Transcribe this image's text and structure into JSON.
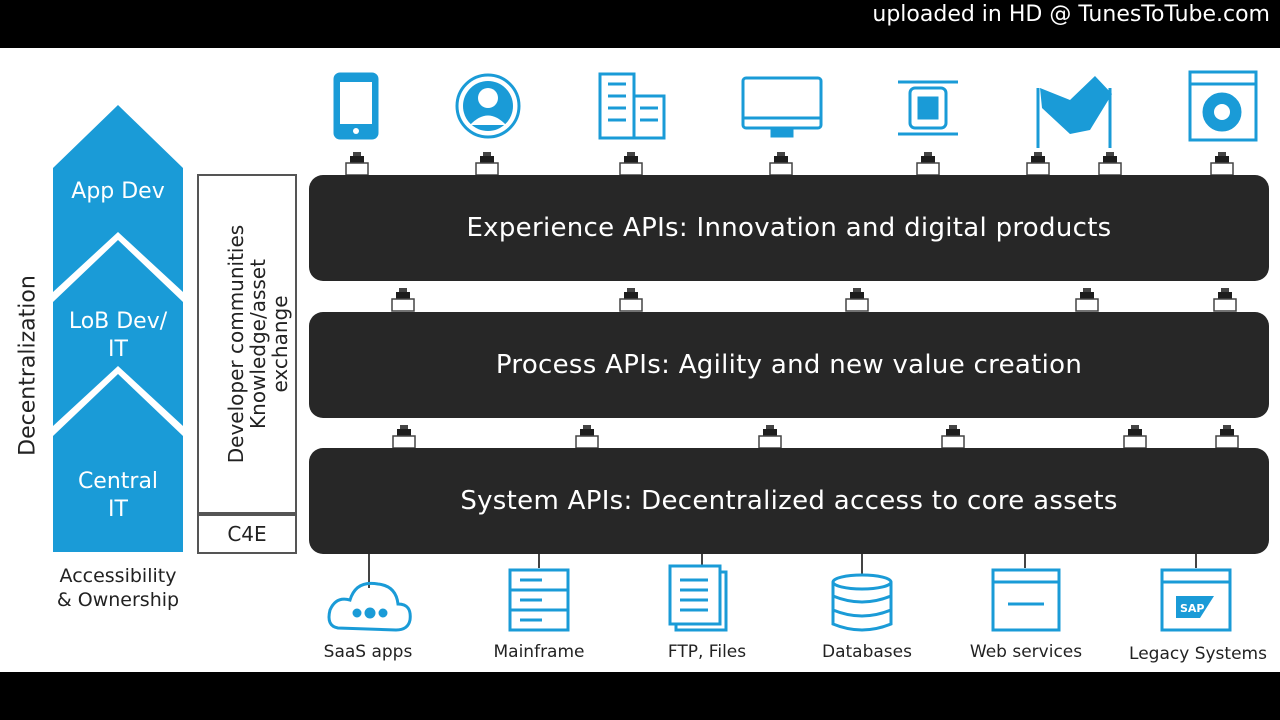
{
  "header": {
    "upload_text": "uploaded in HD @ TunesToTube.com"
  },
  "layers": {
    "experience": "Experience APIs: Innovation and digital products",
    "process": "Process APIs: Agility and new value creation",
    "system": "System APIs: Decentralized access to core assets"
  },
  "pyramid": {
    "decentralization": "Decentralization",
    "app_dev": "App Dev",
    "lob_dev_line1": "LoB Dev/",
    "lob_dev_line2": "IT",
    "central_line1": "Central",
    "central_line2": "IT",
    "accessibility_line1": "Accessibility",
    "accessibility_line2": "& Ownership"
  },
  "community": {
    "line1": "Developer communities",
    "line2": "Knowledge/asset",
    "line3": "exchange",
    "c4e": "C4E"
  },
  "sources": [
    "SaaS apps",
    "Mainframe",
    "FTP, Files",
    "Databases",
    "Web services",
    "Legacy Systems"
  ],
  "sap_text": "SAP",
  "colors": {
    "accent": "#1a9bd7",
    "layer": "#272727",
    "text": "#222222"
  }
}
